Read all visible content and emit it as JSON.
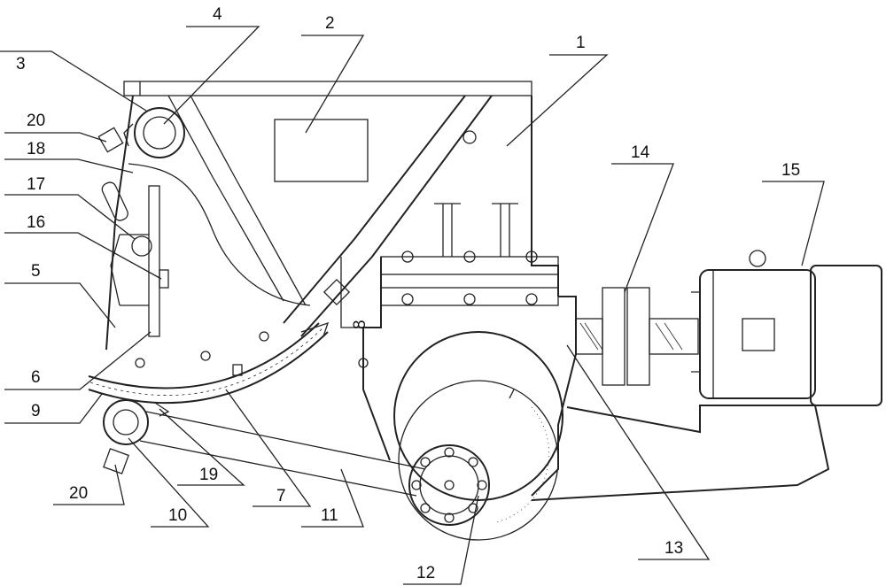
{
  "figure": {
    "labels": [
      {
        "id": "label-1",
        "text": "1"
      },
      {
        "id": "label-2",
        "text": "2"
      },
      {
        "id": "label-3",
        "text": "3"
      },
      {
        "id": "label-4",
        "text": "4"
      },
      {
        "id": "label-5",
        "text": "5"
      },
      {
        "id": "label-6",
        "text": "6"
      },
      {
        "id": "label-7",
        "text": "7"
      },
      {
        "id": "label-8",
        "text": "8"
      },
      {
        "id": "label-9",
        "text": "9"
      },
      {
        "id": "label-10",
        "text": "10"
      },
      {
        "id": "label-11",
        "text": "11"
      },
      {
        "id": "label-12",
        "text": "12"
      },
      {
        "id": "label-13",
        "text": "13"
      },
      {
        "id": "label-14",
        "text": "14"
      },
      {
        "id": "label-15",
        "text": "15"
      },
      {
        "id": "label-16",
        "text": "16"
      },
      {
        "id": "label-17",
        "text": "17"
      },
      {
        "id": "label-18",
        "text": "18"
      },
      {
        "id": "label-19",
        "text": "19"
      },
      {
        "id": "label-20a",
        "text": "20"
      },
      {
        "id": "label-20b",
        "text": "20"
      }
    ]
  }
}
